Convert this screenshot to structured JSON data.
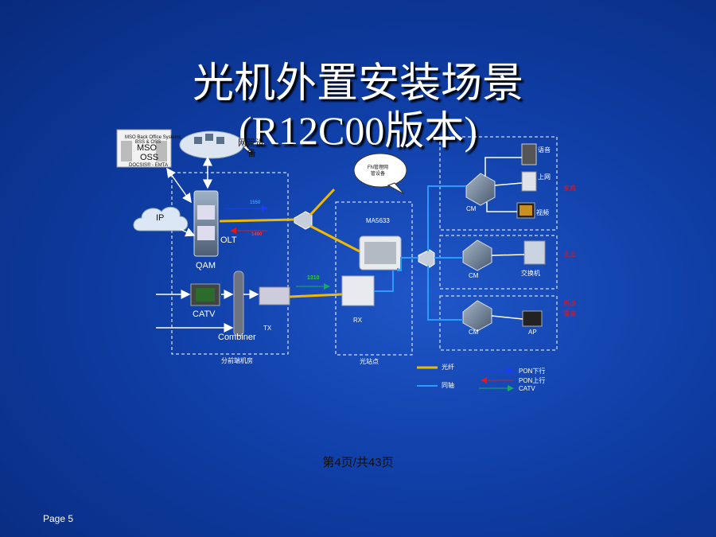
{
  "title": {
    "line1": "光机外置安装场景",
    "line2": "(R12C00版本)"
  },
  "labels": {
    "mso_header": "MSO Back Office Systems",
    "mso_sub": "BSS & OSS",
    "mso": "MSO",
    "oss": "OSS",
    "mso_bottom": "DOCSIS® - EMTA",
    "netmgmt_line1": "网管设",
    "netmgmt_line2": "备",
    "ip": "IP",
    "olt": "OLT",
    "qam": "QAM",
    "catv": "CATV",
    "combiner": "Combiner",
    "tx": "TX",
    "headend_room": "分前端机房",
    "fn_line1": "FN管理网",
    "fn_line2": "管设备",
    "ma5633": "MA5633",
    "rx": "RX",
    "optical_site": "光站点",
    "cm1": "CM",
    "cm2": "CM",
    "cm3": "CM",
    "voice": "语音",
    "internet": "上网",
    "video": "视频",
    "home": "家庭",
    "enterprise": "企业",
    "switch": "交换机",
    "hotspot_line1": "热点",
    "hotspot_line2": "覆盖",
    "ap": "AP",
    "wl_1550": "1550",
    "wl_1490": "1490",
    "wl_1310": "1310",
    "legend_fiber": "光纤",
    "legend_coax": "同轴",
    "legend_pon_down": "PON下行",
    "legend_pon_up": "PON上行",
    "legend_catv": "CATV"
  },
  "footer": "第4页/共43页",
  "page_label": "Page 5",
  "colors": {
    "fiber": "#f0b800",
    "coax": "#2a9cff",
    "pon_down": "#1a3cff",
    "pon_up": "#e01818",
    "catv": "#1aa86a"
  }
}
